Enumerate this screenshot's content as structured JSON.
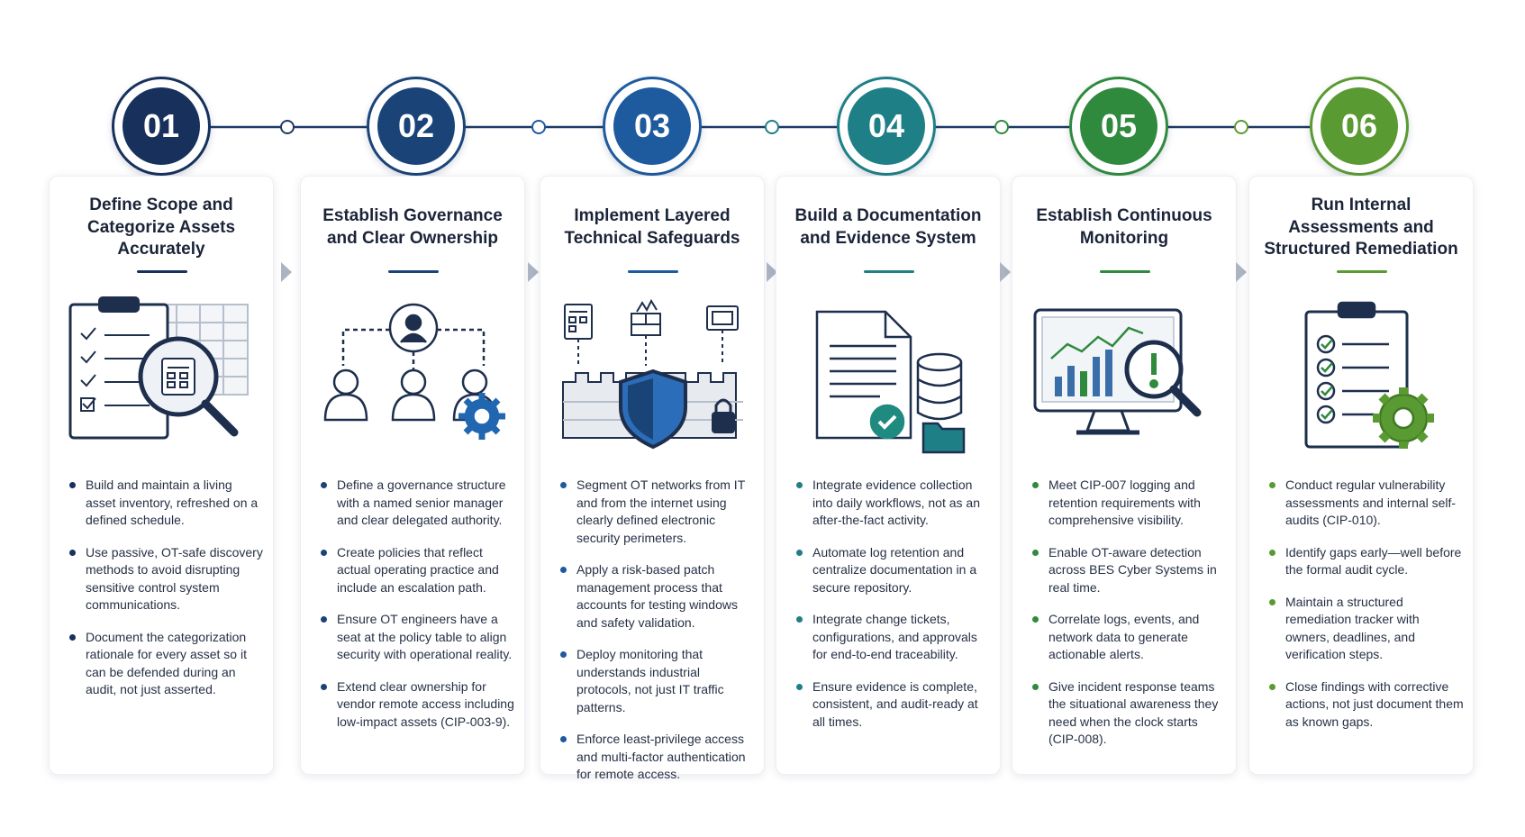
{
  "steps": [
    {
      "number": "01",
      "title": "Define Scope and Categorize Assets Accurately",
      "color": "#17305c",
      "icon": "clipboard-magnifier-icon",
      "bullets": [
        "Build and maintain a living asset inventory, refreshed on a defined schedule.",
        "Use passive, OT-safe discovery methods to avoid disrupting sensitive control system communications.",
        "Document the categorization rationale for every asset so it can be defended during an audit, not just asserted."
      ]
    },
    {
      "number": "02",
      "title": "Establish Governance and Clear Ownership",
      "color": "#1a4478",
      "icon": "org-chart-gear-icon",
      "bullets": [
        "Define a governance structure with a named senior manager and clear delegated authority.",
        "Create policies that reflect actual operating practice and include an escalation path.",
        "Ensure OT engineers have a seat at the policy table to align security with operational reality.",
        "Extend clear ownership for vendor remote access including low-impact assets (CIP-003-9)."
      ]
    },
    {
      "number": "03",
      "title": "Implement Layered Technical Safeguards",
      "color": "#1e5a9e",
      "icon": "castle-shield-icon",
      "bullets": [
        "Segment OT networks from IT and from the internet using clearly defined electronic security perimeters.",
        "Apply a risk-based patch management process that accounts for testing windows and safety validation.",
        "Deploy monitoring that understands industrial protocols, not just IT traffic patterns.",
        "Enforce least-privilege access and multi-factor authentication for remote access."
      ]
    },
    {
      "number": "04",
      "title": "Build a Documentation and Evidence System",
      "color": "#1f7f86",
      "icon": "document-database-icon",
      "bullets": [
        "Integrate evidence collection into daily workflows, not as an after-the-fact activity.",
        "Automate log retention and centralize documentation in a secure repository.",
        "Integrate change tickets, configurations, and approvals for end-to-end traceability.",
        "Ensure evidence is complete, consistent, and audit-ready at all times."
      ]
    },
    {
      "number": "05",
      "title": "Establish Continuous Monitoring",
      "color": "#2f8a3e",
      "icon": "monitor-alert-icon",
      "bullets": [
        "Meet CIP-007 logging and retention requirements with comprehensive visibility.",
        "Enable OT-aware detection across BES Cyber Systems in real time.",
        "Correlate logs, events, and network data to generate actionable alerts.",
        "Give incident response teams the situational awareness they need when the clock starts (CIP-008)."
      ]
    },
    {
      "number": "06",
      "title": "Run Internal Assessments and Structured Remediation",
      "color": "#5a9a32",
      "icon": "checklist-gear-icon",
      "bullets": [
        "Conduct regular vulnerability assessments and internal self-audits (CIP-010).",
        "Identify gaps early—well before the formal audit cycle.",
        "Maintain a structured remediation tracker with owners, deadlines, and verification steps.",
        "Close findings with corrective actions, not just document them as known gaps."
      ]
    }
  ]
}
